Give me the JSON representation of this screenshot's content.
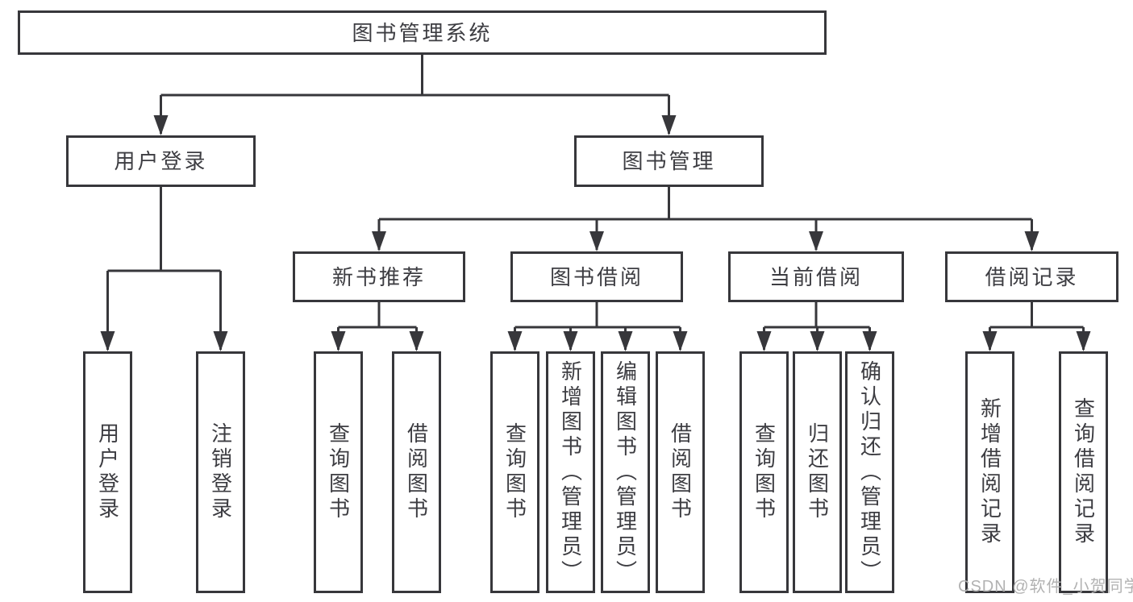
{
  "diagram": {
    "root": {
      "label": "图书管理系统"
    },
    "level2": [
      {
        "label": "用户登录"
      },
      {
        "label": "图书管理"
      }
    ],
    "level3": [
      {
        "label": "新书推荐",
        "parent": "图书管理"
      },
      {
        "label": "图书借阅",
        "parent": "图书管理"
      },
      {
        "label": "当前借阅",
        "parent": "图书管理"
      },
      {
        "label": "借阅记录",
        "parent": "图书管理"
      }
    ],
    "leaves": [
      {
        "label": "用户登录",
        "parent": "用户登录"
      },
      {
        "label": "注销登录",
        "parent": "用户登录"
      },
      {
        "label": "查询图书",
        "parent": "新书推荐"
      },
      {
        "label": "借阅图书",
        "parent": "新书推荐"
      },
      {
        "label": "查询图书",
        "parent": "图书借阅"
      },
      {
        "label": "新增图书（管理员）",
        "parent": "图书借阅"
      },
      {
        "label": "编辑图书（管理员）",
        "parent": "图书借阅"
      },
      {
        "label": "借阅图书",
        "parent": "图书借阅"
      },
      {
        "label": "查询图书",
        "parent": "当前借阅"
      },
      {
        "label": "归还图书",
        "parent": "当前借阅"
      },
      {
        "label": "确认归还（管理员）",
        "parent": "当前借阅"
      },
      {
        "label": "新增借阅记录",
        "parent": "借阅记录"
      },
      {
        "label": "查询借阅记录",
        "parent": "借阅记录"
      }
    ],
    "colors": {
      "line": "#37373b",
      "text": "#3d3d42",
      "background": "#ffffff"
    }
  },
  "watermark": {
    "text": "CSDN @软件_小贺同学",
    "color": "#b2b2b2"
  }
}
